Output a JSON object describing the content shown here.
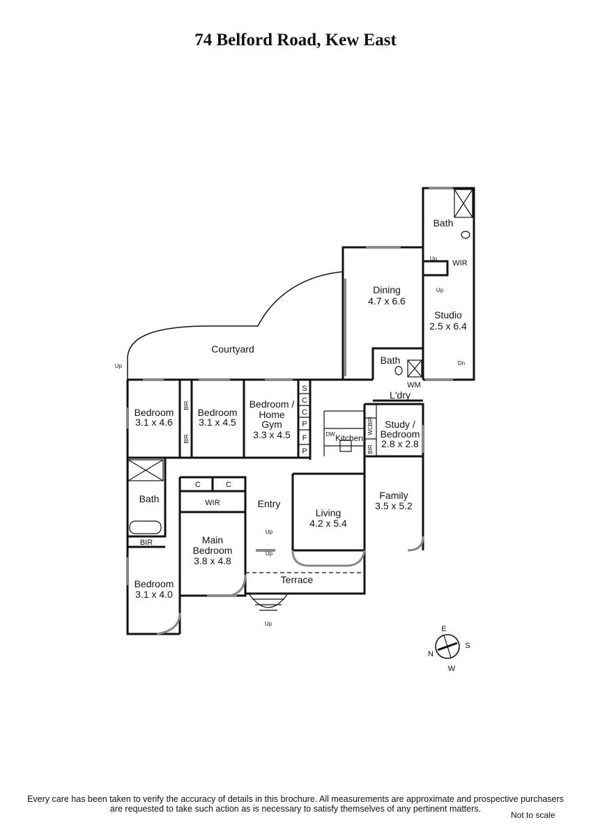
{
  "title": "74 Belford Road, Kew East",
  "rooms": {
    "courtyard": "Courtyard",
    "dining": {
      "name": "Dining",
      "size": "4.7 x 6.6"
    },
    "studio": {
      "name": "Studio",
      "size": "2.5 x 6.4"
    },
    "bath_studio": "Bath",
    "wir_studio": "WIR",
    "bath_mid": "Bath",
    "wm": "WM",
    "ldry": "L'dry",
    "study": {
      "name1": "Study /",
      "name2": "Bedroom",
      "size": "2.8 x 2.8"
    },
    "kitchen": "Kitchen",
    "dw": "DW",
    "bir_study_top": "BIR",
    "wc": "WC",
    "bir_study_bottom": "BIR",
    "bedroom1": {
      "name": "Bedroom",
      "size": "3.1 x 4.6"
    },
    "bedroom2": {
      "name": "Bedroom",
      "size": "3.1 x 4.5"
    },
    "gym": {
      "name1": "Bedroom /",
      "name2": "Home",
      "name3": "Gym",
      "size": "3.3 x 4.5"
    },
    "storage": [
      "S",
      "C",
      "C",
      "P",
      "F",
      "P"
    ],
    "bir_a": "BIR",
    "bir_b": "BIR",
    "bath_left": "Bath",
    "bir_left": "BIR",
    "bedroom3": {
      "name": "Bedroom",
      "size": "3.1 x 4.0"
    },
    "main_c1": "C",
    "main_c2": "C",
    "main_wir": "WIR",
    "main_bedroom": {
      "name1": "Main",
      "name2": "Bedroom",
      "size": "3.8 x 4.8"
    },
    "entry": "Entry",
    "living": {
      "name": "Living",
      "size": "4.2 x 5.4"
    },
    "family": {
      "name": "Family",
      "size": "3.5 x 5.2"
    },
    "terrace": "Terrace"
  },
  "annotations": {
    "up_courtyard": "Up",
    "up_studio_bath": "Up",
    "up_dining": "Up",
    "dn_studio": "Dn",
    "up_entry1": "Up",
    "up_entry2": "Up",
    "up_stairs": "Up"
  },
  "compass": {
    "n": "N",
    "e": "E",
    "s": "S",
    "w": "W"
  },
  "footer": {
    "disclaimer1": "Every care has been taken to verify the accuracy of details in this brochure.  All measurements are approximate and prospective purchasers",
    "disclaimer2": "are requested to take such action as is necessary to satisfy themselves of any pertinent matters.",
    "not_to_scale": "Not to scale"
  }
}
